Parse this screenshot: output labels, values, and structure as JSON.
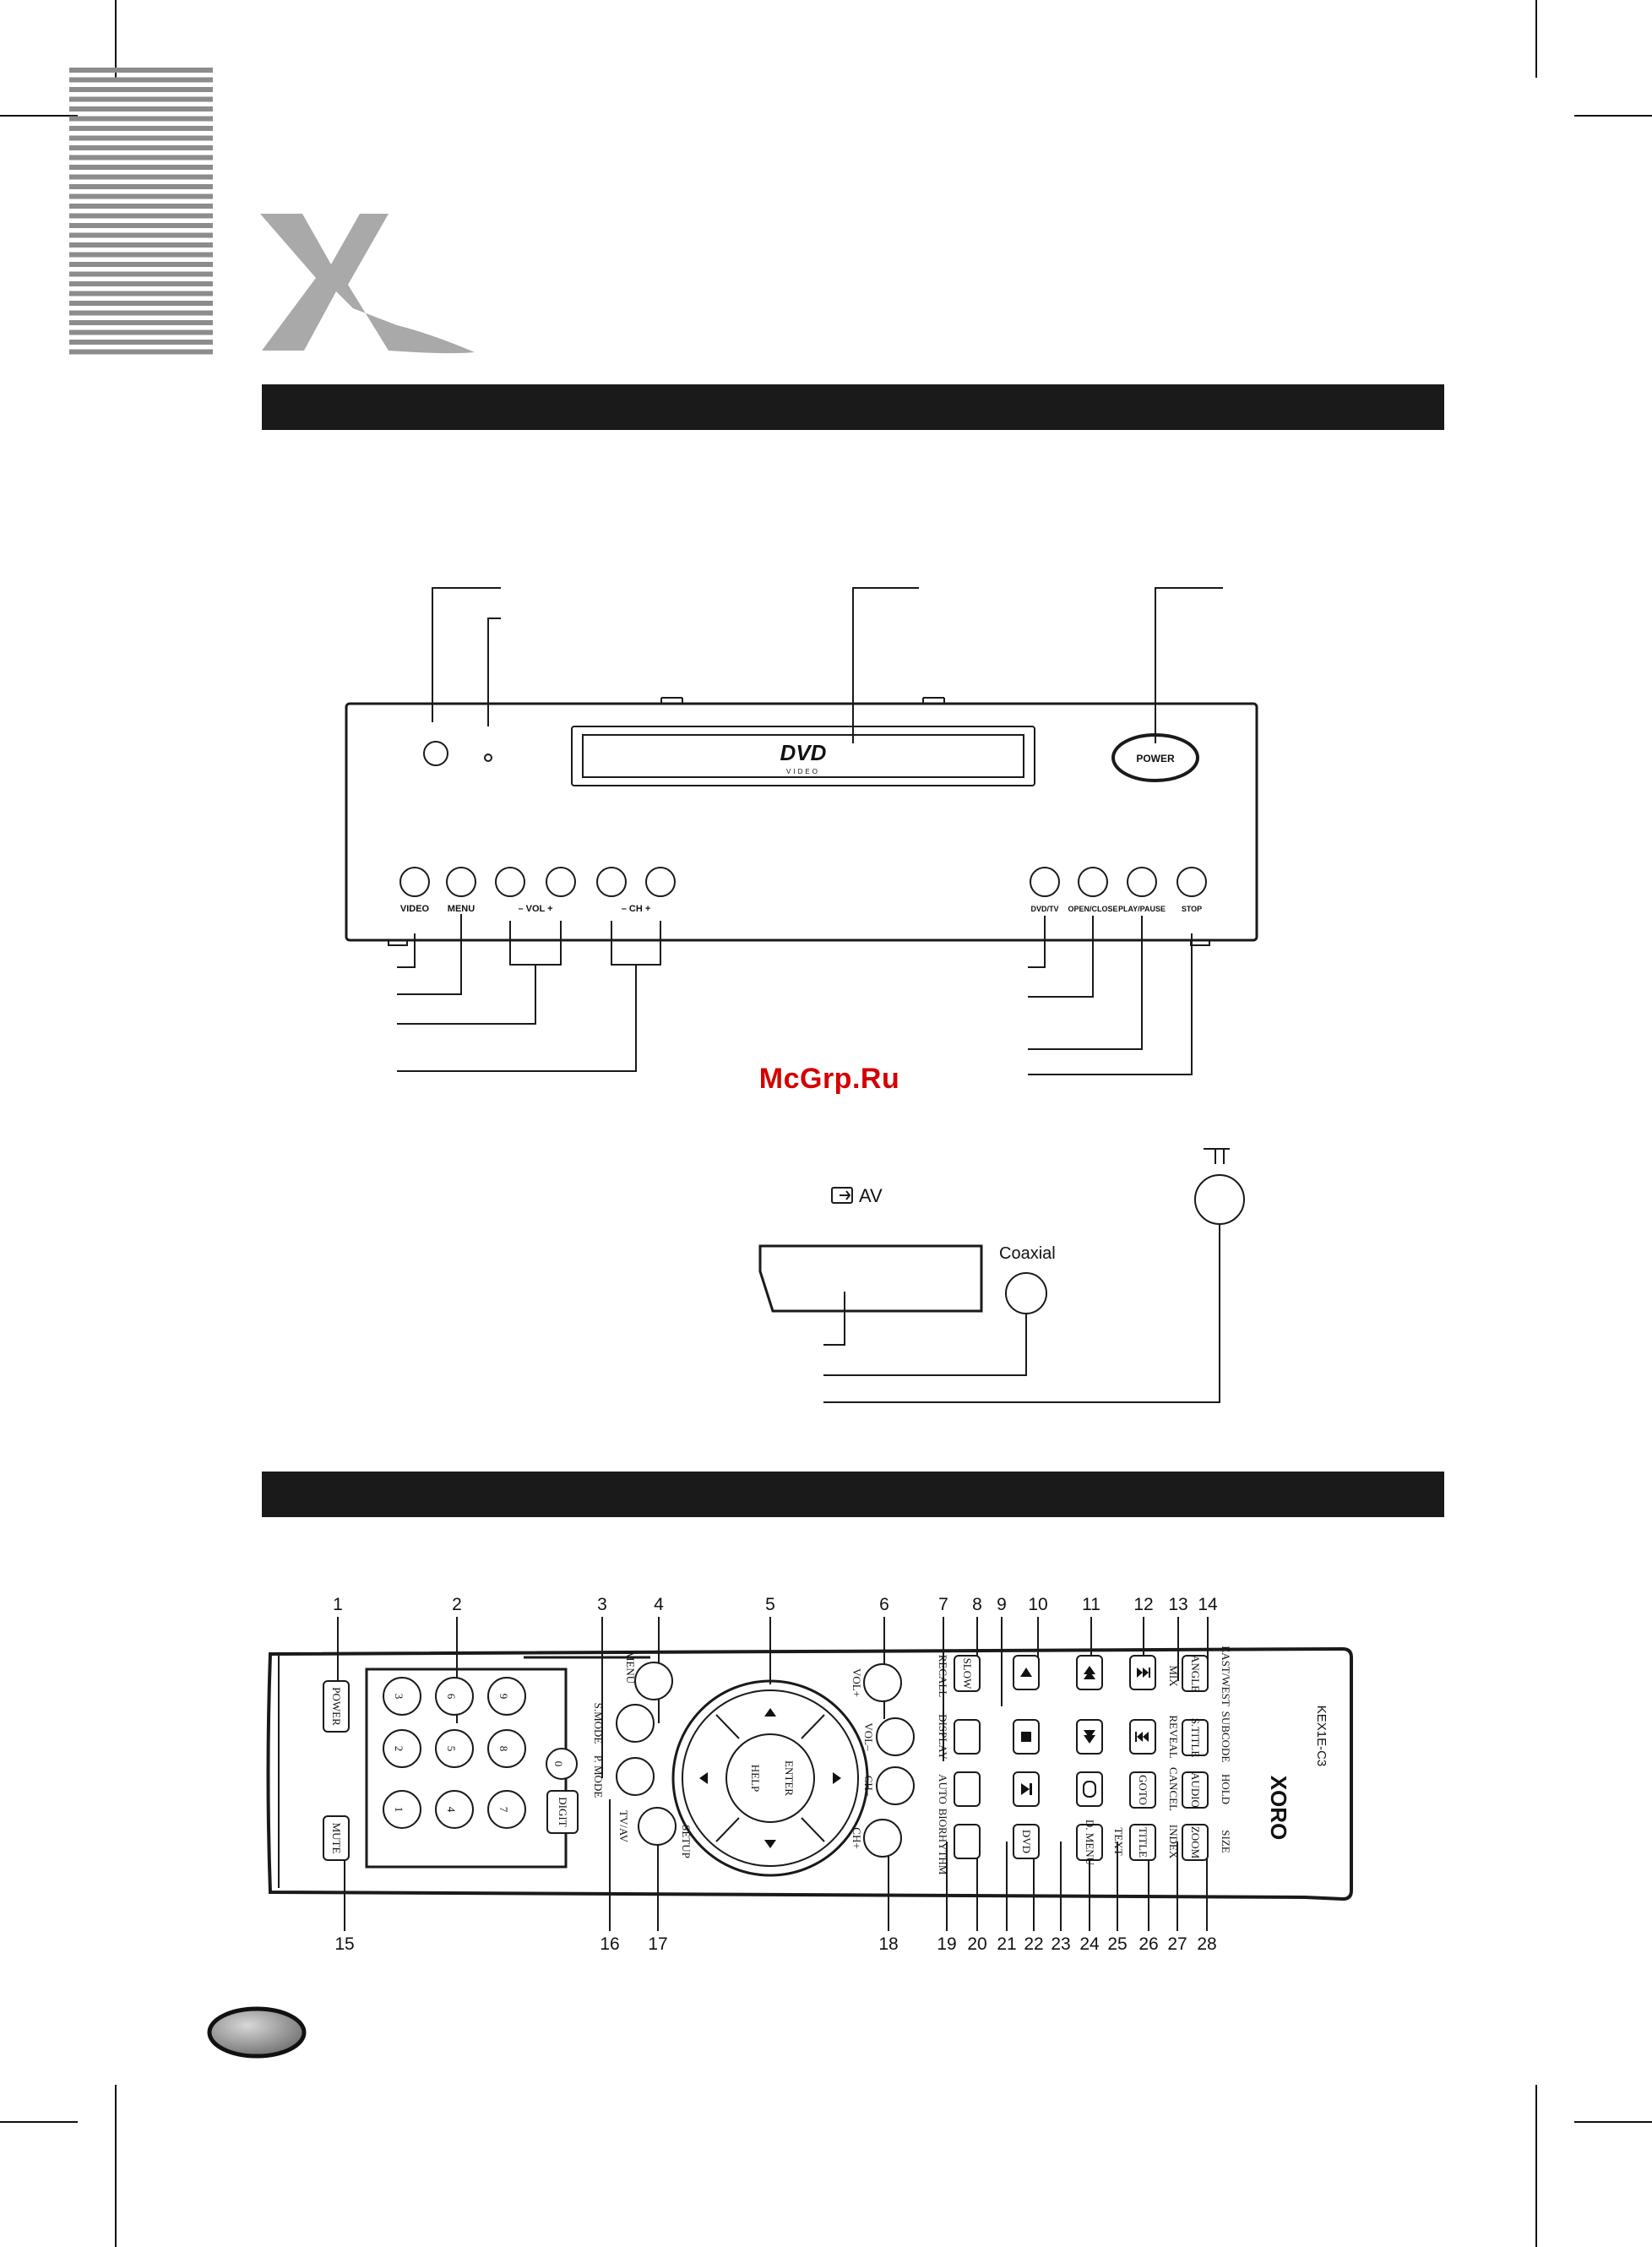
{
  "watermark": "McGrp.Ru",
  "panel": {
    "display_logo": "DVD",
    "display_logo_sub": "VIDEO",
    "power_label": "POWER",
    "buttons": [
      {
        "label": "VIDEO"
      },
      {
        "label": "MENU"
      },
      {
        "label": "–  VOL  +"
      },
      {
        "label": "–  CH  +"
      },
      {
        "label": "DVD/TV"
      },
      {
        "label": "OPEN/CLOSE"
      },
      {
        "label": "PLAY/PAUSE"
      },
      {
        "label": "STOP"
      }
    ]
  },
  "rear": {
    "av_label": "AV",
    "coaxial_label": "Coaxial"
  },
  "remote": {
    "model": "KEX1E-C3",
    "brand": "XORO",
    "callouts_top": [
      "1",
      "2",
      "3",
      "4",
      "5",
      "6",
      "7",
      "8",
      "9",
      "10",
      "11",
      "12",
      "13",
      "14"
    ],
    "callouts_bottom": [
      "15",
      "16",
      "17",
      "18",
      "19",
      "20",
      "21",
      "22",
      "23",
      "24",
      "25",
      "26",
      "27",
      "28"
    ],
    "keys": {
      "power": "POWER",
      "mute": "MUTE",
      "digits": [
        "3",
        "6",
        "9",
        "2",
        "5",
        "8",
        "0",
        "1",
        "4",
        "7"
      ],
      "digit": "DIGIT",
      "smode": "S.MODE",
      "pmode": "P. MODE",
      "tvav": "TV/AV",
      "menu": "MENU",
      "setup": "SETUP",
      "help": "HELP",
      "enter": "ENTER",
      "vol_plus": "VOL+",
      "vol_minus": "VOL–",
      "ch_minus": "CH–",
      "ch_plus": "CH+",
      "recall": "RECALL",
      "slow": "SLOW",
      "display": "DISPLAY",
      "auto": "AUTO",
      "biorhythm": "BIORHYTHM",
      "dvd": "DVD",
      "dmenu": "D. MENU",
      "text": "TEXT",
      "goto": "GOTO",
      "cancel": "CANCEL",
      "title": "TITLE",
      "index": "INDEX",
      "angle": "ANGLE",
      "eastwest": "EAST/WEST",
      "mix": "MIX",
      "subtitle": "S.TITLE",
      "reveal": "REVEAL",
      "subcode": "SUBCODE",
      "audio": "AUDIO",
      "hold": "HOLD",
      "zoom": "ZOOM",
      "size": "SIZE"
    }
  },
  "colors": {
    "ink": "#1a1a1a",
    "watermark": "#d40000",
    "logo_gray": "#a9a9a9"
  }
}
